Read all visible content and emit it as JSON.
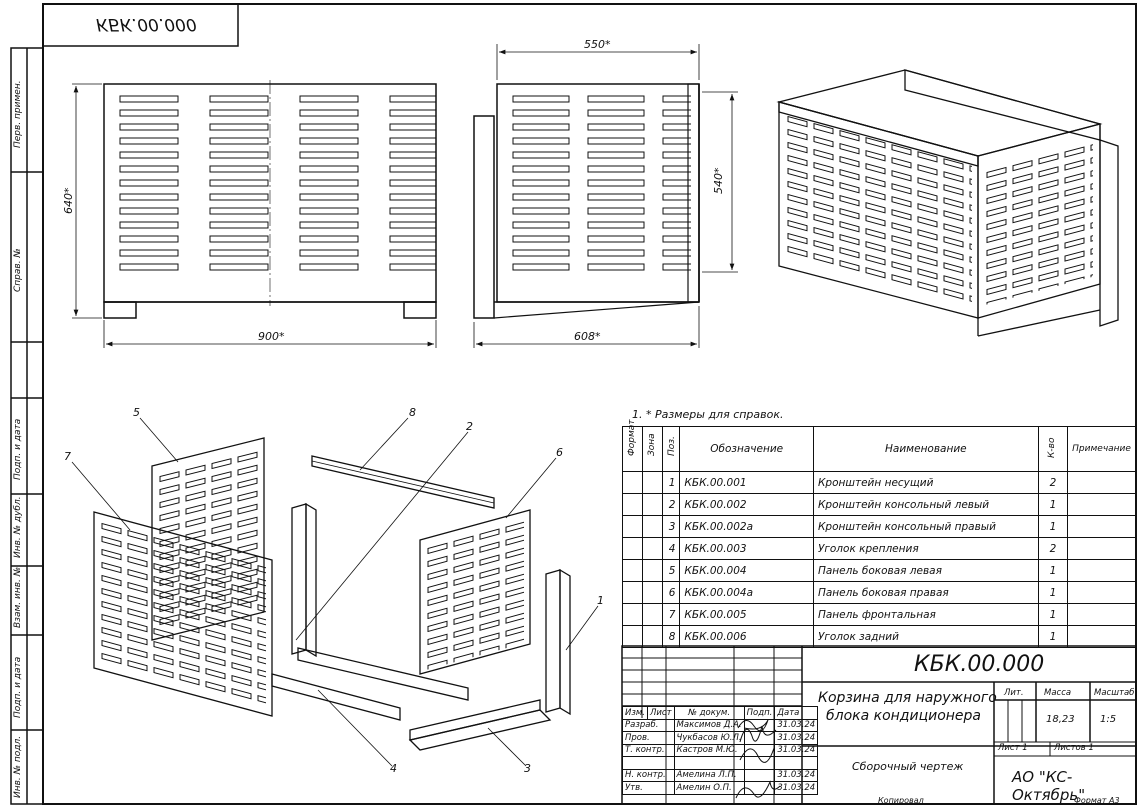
{
  "mirrored_code": "КБК.00.000",
  "dims": {
    "width_front": "900*",
    "height_front": "640*",
    "side_top": "550*",
    "side_height": "540*",
    "side_bottom": "608*"
  },
  "note": "1.  * Размеры для справок.",
  "callouts": [
    "1",
    "2",
    "3",
    "4",
    "5",
    "6",
    "7",
    "8"
  ],
  "left_frame": [
    "Перв. примен.",
    "Справ. №",
    "Подп. и дата",
    "Инв. № дубл.",
    "Взам. инв. №",
    "Подп. и дата",
    "Инв. № подл."
  ],
  "spec": {
    "headers": [
      "Формат",
      "Зона",
      "Поз.",
      "Обозначение",
      "Наименование",
      "К-во",
      "Примечание"
    ],
    "rows": [
      {
        "pos": "1",
        "code": "КБК.00.001",
        "name": "Кронштейн несущий",
        "qty": "2"
      },
      {
        "pos": "2",
        "code": "КБК.00.002",
        "name": "Кронштейн консольный левый",
        "qty": "1"
      },
      {
        "pos": "3",
        "code": "КБК.00.002а",
        "name": "Кронштейн консольный правый",
        "qty": "1"
      },
      {
        "pos": "4",
        "code": "КБК.00.003",
        "name": "Уголок крепления",
        "qty": "2"
      },
      {
        "pos": "5",
        "code": "КБК.00.004",
        "name": "Панель боковая левая",
        "qty": "1"
      },
      {
        "pos": "6",
        "code": "КБК.00.004а",
        "name": "Панель боковая правая",
        "qty": "1"
      },
      {
        "pos": "7",
        "code": "КБК.00.005",
        "name": "Панель фронтальная",
        "qty": "1"
      },
      {
        "pos": "8",
        "code": "КБК.00.006",
        "name": "Уголок задний",
        "qty": "1"
      }
    ]
  },
  "titleblock": {
    "code": "КБК.00.000",
    "title_line1": "Корзина для наружного",
    "title_line2": "блока кондиционера",
    "doc_type": "Сборочный чертеж",
    "org": "АО \"КС-Октябрь\"",
    "lit": "Лит.",
    "mass_label": "Масса",
    "scale_label": "Масштаб",
    "mass": "18,23",
    "scale": "1:5",
    "sheet": "Лист 1",
    "sheets": "Листов 1",
    "head_cols": [
      "Изм.",
      "Лист",
      "№ докум.",
      "Подп.",
      "Дата"
    ],
    "people": [
      {
        "role": "Разраб.",
        "name": "Максимов Д.А.",
        "date": "31.03.24"
      },
      {
        "role": "Пров.",
        "name": "Чукбасов Ю.Л.",
        "date": "31.03.24"
      },
      {
        "role": "Т. контр.",
        "name": "Кастров М.Ю.",
        "date": "31.03.24"
      },
      {
        "role": "",
        "name": "",
        "date": ""
      },
      {
        "role": "Н. контр.",
        "name": "Амелина Л.П.",
        "date": "31.03.24"
      },
      {
        "role": "Утв.",
        "name": "Амелин О.П.",
        "date": "31.03.24"
      }
    ],
    "copied": "Копировал",
    "format": "Формат А3"
  }
}
